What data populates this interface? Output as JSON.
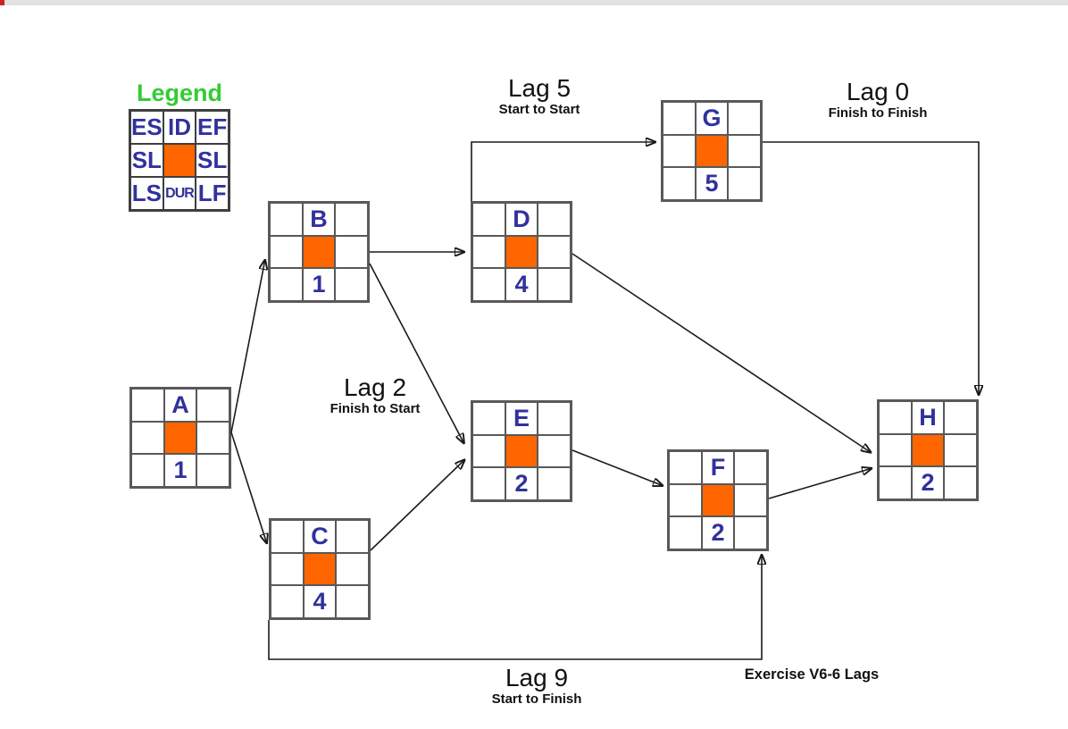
{
  "legend": {
    "title": "Legend",
    "cells": [
      "ES",
      "ID",
      "EF",
      "SL",
      "",
      "SL",
      "LS",
      "DUR",
      "LF"
    ]
  },
  "nodes": [
    {
      "id": "A",
      "duration": "1"
    },
    {
      "id": "B",
      "duration": "1"
    },
    {
      "id": "C",
      "duration": "4"
    },
    {
      "id": "D",
      "duration": "4"
    },
    {
      "id": "E",
      "duration": "2"
    },
    {
      "id": "F",
      "duration": "2"
    },
    {
      "id": "G",
      "duration": "5"
    },
    {
      "id": "H",
      "duration": "2"
    }
  ],
  "edges": [
    {
      "from": "A",
      "to": "B"
    },
    {
      "from": "A",
      "to": "C"
    },
    {
      "from": "B",
      "to": "D"
    },
    {
      "from": "B",
      "to": "E"
    },
    {
      "from": "C",
      "to": "E"
    },
    {
      "from": "C",
      "to": "F"
    },
    {
      "from": "D",
      "to": "G"
    },
    {
      "from": "D",
      "to": "H"
    },
    {
      "from": "E",
      "to": "F"
    },
    {
      "from": "F",
      "to": "H"
    },
    {
      "from": "G",
      "to": "H"
    }
  ],
  "lag_annotations": [
    {
      "label": "Lag 5",
      "relationship": "Start to Start"
    },
    {
      "label": "Lag 0",
      "relationship": "Finish to Finish"
    },
    {
      "label": "Lag 2",
      "relationship": "Finish to Start"
    },
    {
      "label": "Lag 9",
      "relationship": "Start to Finish"
    }
  ],
  "caption": "Exercise V6-6 Lags",
  "colors": {
    "node_fill": "#ff6600",
    "node_text": "#31319e",
    "legend_title": "#33cc33",
    "connector": "#1a1a1a",
    "top_bar": "#e2e2e2",
    "top_bar_accent": "#cc2222"
  }
}
